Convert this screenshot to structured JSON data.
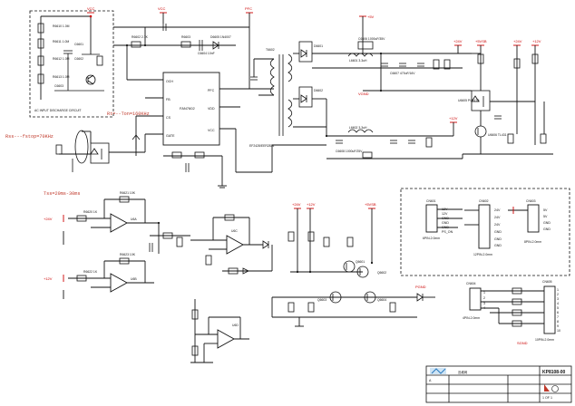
{
  "controller": {
    "ic_label": "FAN7602",
    "pins_left": [
      "OCH",
      "FB",
      "CS",
      "GATE"
    ],
    "pins_right": [
      "PFC",
      "VDD",
      "VCC"
    ]
  },
  "notes": {
    "ton_freq": "Rt=--Ton=160KHz",
    "freq_70k": "Rss---fstop=70KHz",
    "tss": "Tss=20ms-30ms"
  },
  "power_labels": {
    "vcc_top": "VCC",
    "vcc2": "VCC",
    "pfc": "PFC",
    "vgnd": "VGND",
    "v24_a": "+24V",
    "v12_a": "+12V",
    "v5": "+5V",
    "v24_b": "+24V",
    "v12_b": "+12V",
    "v24_in": "+24V",
    "v12_in": "+12V",
    "v5sb": "+5VSB",
    "sgnd": "SGND",
    "pgnd": "PGND"
  },
  "transformer": {
    "label": "T6602",
    "part": "EF2428/EER2834"
  },
  "output_diodes": [
    "D6601",
    "D6602"
  ],
  "opamps": [
    "U6A",
    "U6B",
    "U6C",
    "U6D"
  ],
  "connectors": {
    "cn1_title": "CN601",
    "cn1_pins": [
      "12V",
      "12V",
      "GND",
      "GND",
      "GND",
      "PS_ON"
    ],
    "cn2_title": "CN602",
    "cn2_pins": [
      "24V",
      "24V",
      "24V",
      "GND",
      "GND",
      "GND"
    ],
    "cn3_title": "CN603",
    "cn3_pins": [
      "5V",
      "5V",
      "GND",
      "GND"
    ],
    "cn4_title": "CN604",
    "cn4_pins": [
      "1",
      "2",
      "3",
      "4"
    ],
    "cn5_title": "CN605",
    "cn5_pins": [
      "1",
      "2",
      "3",
      "4",
      "5",
      "6",
      "7",
      "8",
      "9",
      "10"
    ],
    "cn1_caption": "6PIN-2.0mm",
    "cn2_caption": "12PIN-2.0mm",
    "cn3_caption": "8PIN-2.0mm",
    "cn4_caption": "4PIN-2.0mm",
    "cn5_caption": "10PIN-2.0mm"
  },
  "title_block": {
    "drawing_no": "KP8108-00",
    "company": "",
    "rev": "A",
    "sheet": "1 OF 1",
    "watermark": "迅维网"
  },
  "components": {
    "r_left": [
      "R6610 1.0M",
      "R6611 1.0M",
      "R6612 1.0M",
      "R6613 1.0M"
    ],
    "c_left": [
      "C6601",
      "C6602",
      "C6603"
    ],
    "ctrl_parts": [
      "R6602 2.7K",
      "R6603",
      "C6604 10nF",
      "D6605 1N4007"
    ],
    "out_caps": [
      "C6606 1000uF/35V",
      "C6607 470uF/16V",
      "C6608 1000uF/25V"
    ],
    "out_inductors": [
      "L6601 3.3uH",
      "L6602 3.3uH"
    ],
    "q_parts": [
      "Q6601",
      "Q6602",
      "Q6603",
      "Q6604"
    ],
    "u6_parts": [
      "R6620 1K",
      "R6621 10K",
      "R6622 1K",
      "R6623 10K"
    ],
    "fb_parts": [
      "U6605 PC817B",
      "U6606 TL431"
    ]
  }
}
